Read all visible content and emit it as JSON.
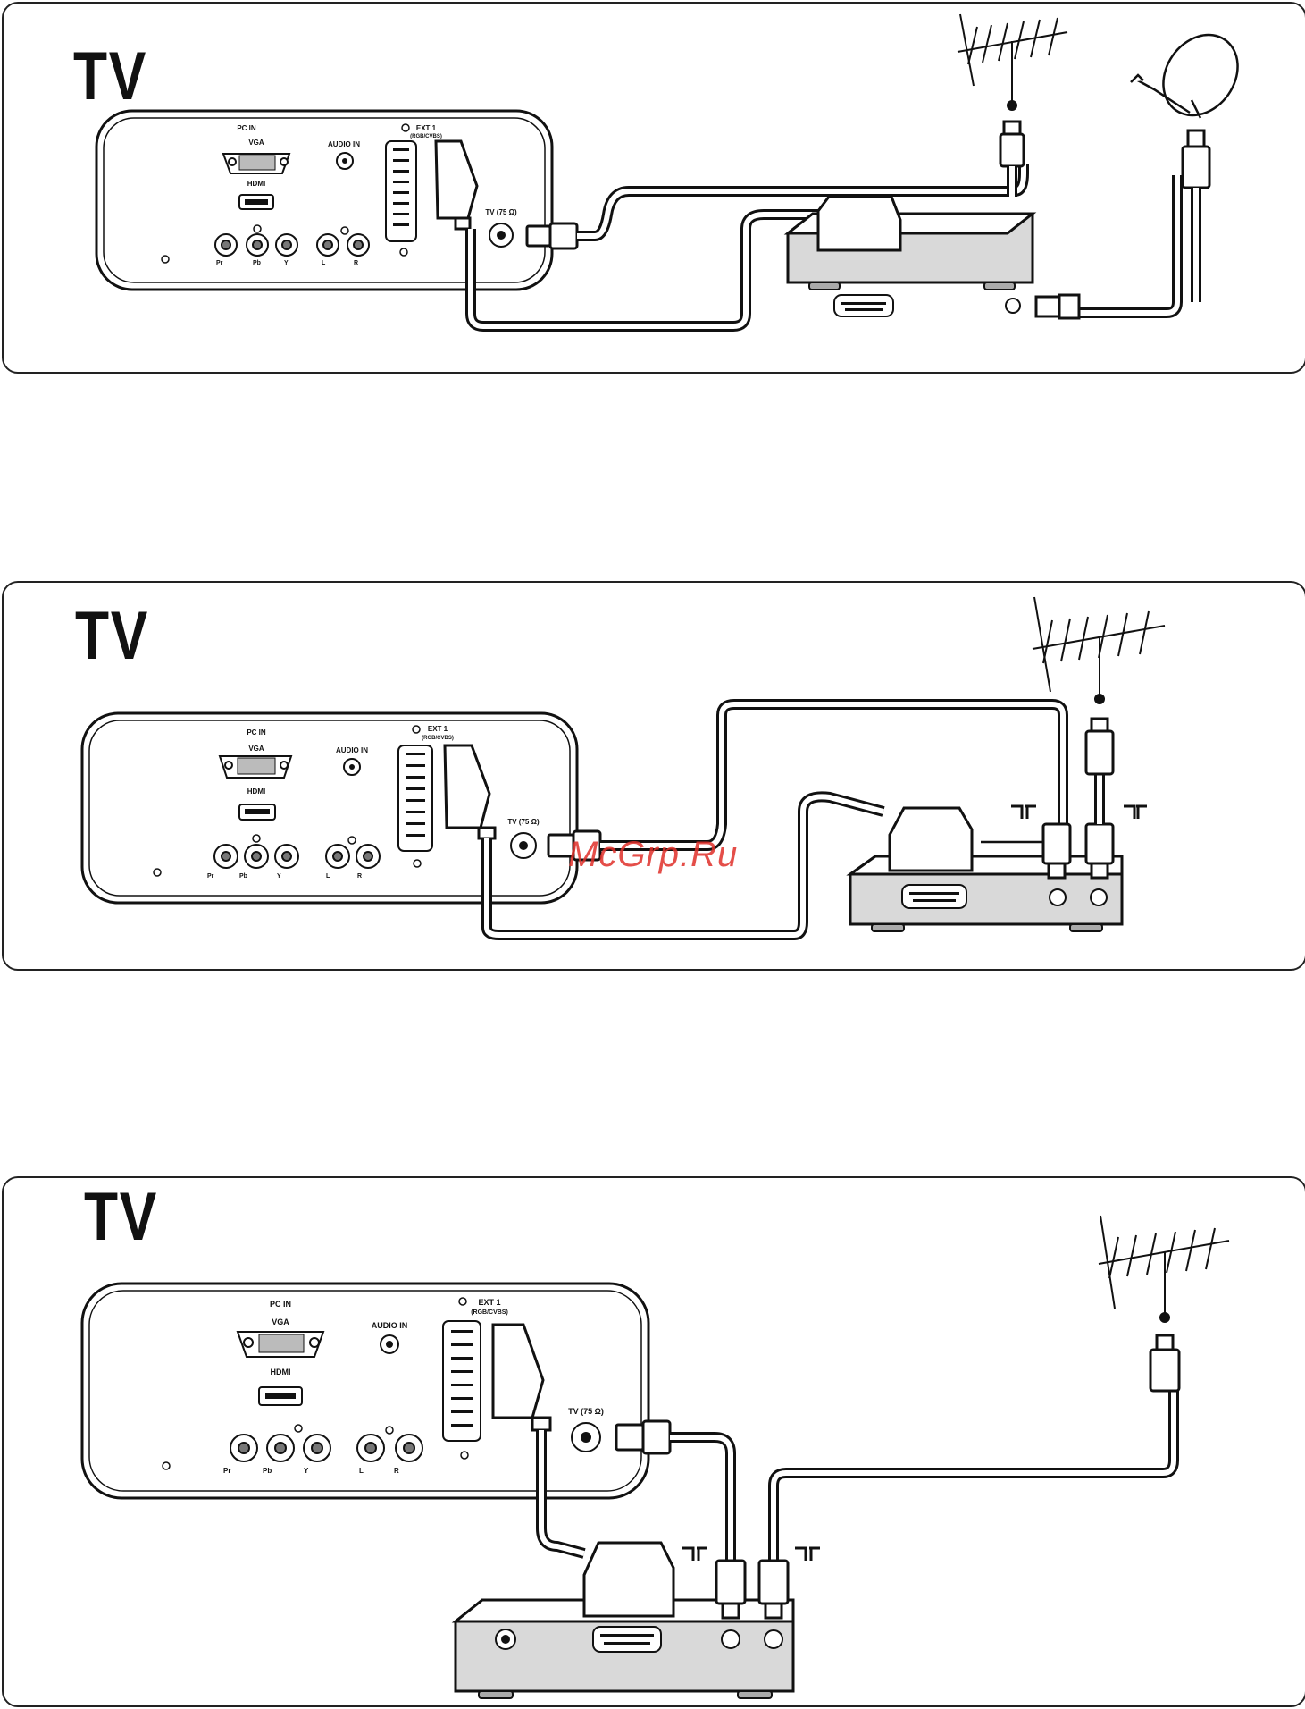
{
  "panels": [
    {
      "title": "TV",
      "labels": {
        "pc_in": "PC IN",
        "vga": "VGA",
        "hdmi": "HDMI",
        "audio_in": "AUDIO IN",
        "ext1": "EXT 1",
        "ext1_sub": "(RGB/CVBS)",
        "tv75": "TV (75 Ω)",
        "pr": "Pr",
        "pb": "Pb",
        "y": "Y",
        "l": "L",
        "r": "R"
      }
    },
    {
      "title": "TV",
      "labels": {
        "pc_in": "PC IN",
        "vga": "VGA",
        "hdmi": "HDMI",
        "audio_in": "AUDIO IN",
        "ext1": "EXT 1",
        "ext1_sub": "(RGB/CVBS)",
        "tv75": "TV (75 Ω)",
        "pr": "Pr",
        "pb": "Pb",
        "y": "Y",
        "l": "L",
        "r": "R"
      },
      "watermark": "McGrp.Ru"
    },
    {
      "title": "TV",
      "labels": {
        "pc_in": "PC IN",
        "vga": "VGA",
        "hdmi": "HDMI",
        "audio_in": "AUDIO IN",
        "ext1": "EXT 1",
        "ext1_sub": "(RGB/CVBS)",
        "tv75": "TV (75 Ω)",
        "pr": "Pr",
        "pb": "Pb",
        "y": "Y",
        "l": "L",
        "r": "R"
      }
    }
  ],
  "colors": {
    "line": "#111111",
    "device_fill": "#d9d9d9",
    "watermark": "#e0302a"
  }
}
